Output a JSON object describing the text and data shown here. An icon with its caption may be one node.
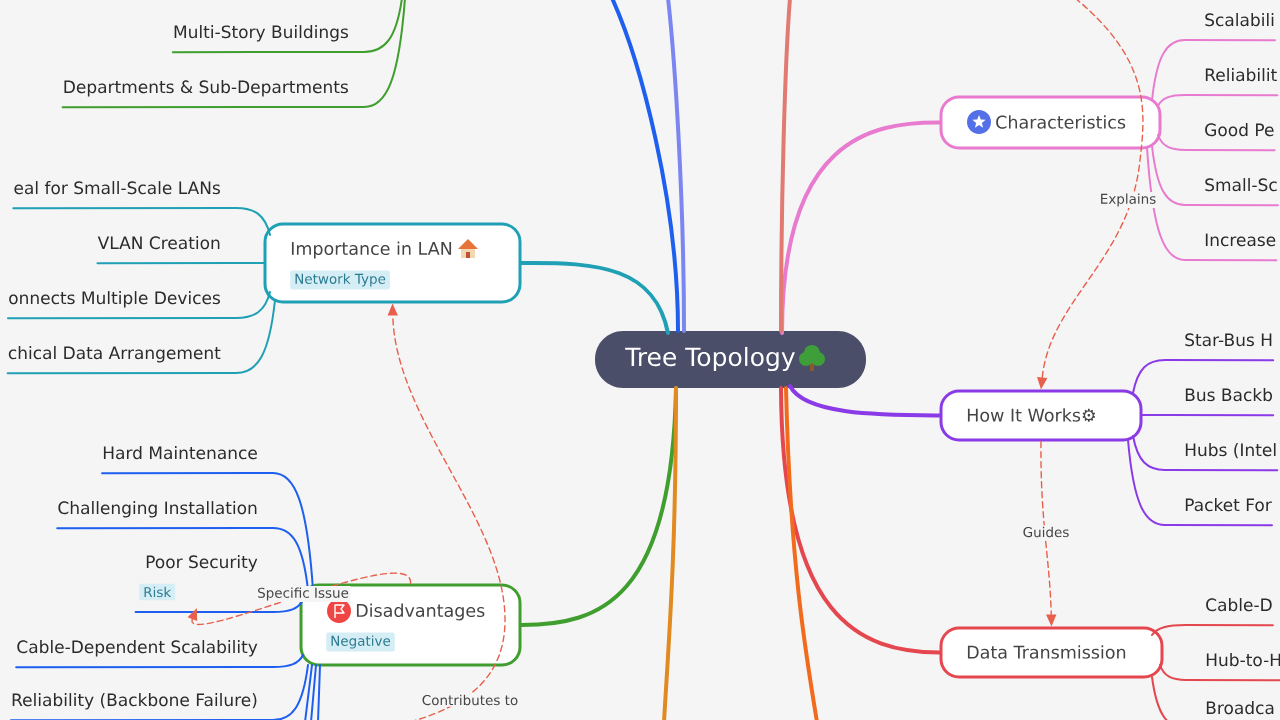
{
  "diagram": {
    "nodes": [
      {
        "text": [
          "Tree Topology"
        ]
      },
      {
        "text": [
          "Multi-Story Buildings"
        ]
      },
      {
        "text": [
          "Departments & Sub-Departments"
        ]
      },
      {
        "text": [
          "Importance in LAN",
          "Network Type"
        ]
      },
      {
        "text": [
          "eal for Small-Scale LANs"
        ]
      },
      {
        "text": [
          "VLAN Creation"
        ]
      },
      {
        "text": [
          "onnects Multiple Devices"
        ]
      },
      {
        "text": [
          "chical Data Arrangement"
        ]
      },
      {
        "text": [
          "Disadvantages",
          "Negative"
        ]
      },
      {
        "text": [
          "Hard Maintenance"
        ]
      },
      {
        "text": [
          "Challenging Installation"
        ]
      },
      {
        "text": [
          "Poor Security",
          "Risk"
        ]
      },
      {
        "text": [
          "Cable-Dependent Scalability"
        ]
      },
      {
        "text": [
          "Reliability (Backbone Failure)"
        ]
      },
      {
        "text": [
          "Characteristics"
        ]
      },
      {
        "text": [
          "Scalabili"
        ]
      },
      {
        "text": [
          "Reliabilit"
        ]
      },
      {
        "text": [
          "Good Pe"
        ]
      },
      {
        "text": [
          "Small-Sc"
        ]
      },
      {
        "text": [
          "Increase"
        ]
      },
      {
        "text": [
          "How It Works⚙"
        ]
      },
      {
        "text": [
          "Star-Bus H"
        ]
      },
      {
        "text": [
          "Bus Backb"
        ]
      },
      {
        "text": [
          "Hubs (Intel"
        ]
      },
      {
        "text": [
          "Packet For"
        ]
      },
      {
        "text": [
          "Data Transmission"
        ]
      },
      {
        "text": [
          "Cable-D"
        ]
      },
      {
        "text": [
          "Hub-to-H"
        ]
      },
      {
        "text": [
          "Broadca"
        ]
      }
    ],
    "edges": [
      {
        "from": 0,
        "to": 3,
        "arrow": "none",
        "style": "thick",
        "color": "#1fa0b5"
      },
      {
        "from": 0,
        "to": 8,
        "arrow": "none",
        "style": "thick",
        "color": "#3f9e2e"
      },
      {
        "from": 0,
        "to": 14,
        "arrow": "none",
        "style": "thick",
        "color": "#e87bd0"
      },
      {
        "from": 0,
        "to": 20,
        "arrow": "none",
        "style": "thick",
        "color": "#8a3ae6"
      },
      {
        "from": 0,
        "to": 25,
        "arrow": "none",
        "style": "thick",
        "color": "#e5474f"
      },
      {
        "from": 0,
        "to": null,
        "arrow": "none",
        "style": "thick",
        "color": "#1f5ff0"
      },
      {
        "from": 0,
        "to": null,
        "arrow": "none",
        "style": "thick",
        "color": "#7b86f0"
      },
      {
        "from": 0,
        "to": null,
        "arrow": "none",
        "style": "thick",
        "color": "#e07a72"
      },
      {
        "from": 0,
        "to": null,
        "arrow": "none",
        "style": "thick",
        "color": "#e08a20"
      },
      {
        "from": 0,
        "to": null,
        "arrow": "none",
        "style": "thick",
        "color": "#f26b1d"
      },
      {
        "from": null,
        "to": 1,
        "arrow": "none",
        "color": "#3f9e2e"
      },
      {
        "from": null,
        "to": 2,
        "arrow": "none",
        "color": "#3f9e2e"
      },
      {
        "from": 3,
        "to": 4,
        "arrow": "none",
        "color": "#1fa0b5"
      },
      {
        "from": 3,
        "to": 5,
        "arrow": "none",
        "color": "#1fa0b5"
      },
      {
        "from": 3,
        "to": 6,
        "arrow": "none",
        "color": "#1fa0b5"
      },
      {
        "from": 3,
        "to": 7,
        "arrow": "none",
        "color": "#1fa0b5"
      },
      {
        "from": 8,
        "to": 9,
        "arrow": "none",
        "color": "#1f5ff0"
      },
      {
        "from": 8,
        "to": 10,
        "arrow": "none",
        "color": "#1f5ff0"
      },
      {
        "from": 8,
        "to": 11,
        "arrow": "none",
        "color": "#1f5ff0"
      },
      {
        "from": 8,
        "to": 12,
        "arrow": "none",
        "color": "#1f5ff0"
      },
      {
        "from": 8,
        "to": 13,
        "arrow": "none",
        "color": "#1f5ff0"
      },
      {
        "from": 8,
        "to": null,
        "arrow": "none",
        "color": "#1f5ff0"
      },
      {
        "from": 8,
        "to": null,
        "arrow": "none",
        "color": "#1f5ff0"
      },
      {
        "from": 8,
        "to": null,
        "arrow": "none",
        "color": "#1f5ff0"
      },
      {
        "from": 14,
        "to": 15,
        "arrow": "none",
        "color": "#e87bd0"
      },
      {
        "from": 14,
        "to": 16,
        "arrow": "none",
        "color": "#e87bd0"
      },
      {
        "from": 14,
        "to": 17,
        "arrow": "none",
        "color": "#e87bd0"
      },
      {
        "from": 14,
        "to": 18,
        "arrow": "none",
        "color": "#e87bd0"
      },
      {
        "from": 14,
        "to": 19,
        "arrow": "none",
        "color": "#e87bd0"
      },
      {
        "from": 20,
        "to": 21,
        "arrow": "none",
        "color": "#8a3ae6"
      },
      {
        "from": 20,
        "to": 22,
        "arrow": "none",
        "color": "#8a3ae6"
      },
      {
        "from": 20,
        "to": 23,
        "arrow": "none",
        "color": "#8a3ae6"
      },
      {
        "from": 20,
        "to": 24,
        "arrow": "none",
        "color": "#8a3ae6"
      },
      {
        "from": 25,
        "to": 26,
        "arrow": "none",
        "color": "#e5474f"
      },
      {
        "from": 25,
        "to": 27,
        "arrow": "none",
        "color": "#e5474f"
      },
      {
        "from": 25,
        "to": 28,
        "arrow": "none",
        "color": "#e5474f"
      },
      {
        "from": null,
        "to": 20,
        "arrow": "to",
        "label": "Explains",
        "style": "dashed",
        "color": "#e8604c"
      },
      {
        "from": 20,
        "to": 25,
        "arrow": "to",
        "label": "Guides",
        "style": "dashed",
        "color": "#e8604c"
      },
      {
        "from": null,
        "to": 3,
        "arrow": "to",
        "label": "Contributes to",
        "style": "dashed",
        "color": "#e8604c"
      },
      {
        "from": 8,
        "to": 11,
        "arrow": "to",
        "label": "Specific Issue",
        "style": "dashed",
        "color": "#e8604c"
      }
    ]
  }
}
